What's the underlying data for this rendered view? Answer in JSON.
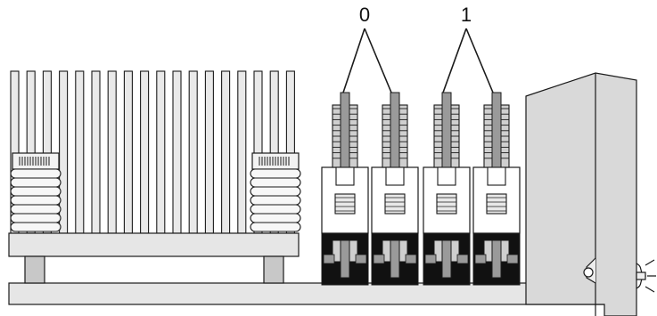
{
  "labels": {
    "group0": "0",
    "group1": "1"
  },
  "groups": [
    {
      "label_key": "group0",
      "connector_count": 2
    },
    {
      "label_key": "group1",
      "connector_count": 2
    }
  ],
  "colors": {
    "outline": "#1a1a1a",
    "metal_light": "#e9e9e9",
    "metal_mid": "#cfcfcf",
    "metal_dark": "#9a9a9a",
    "base_black": "#111111"
  }
}
